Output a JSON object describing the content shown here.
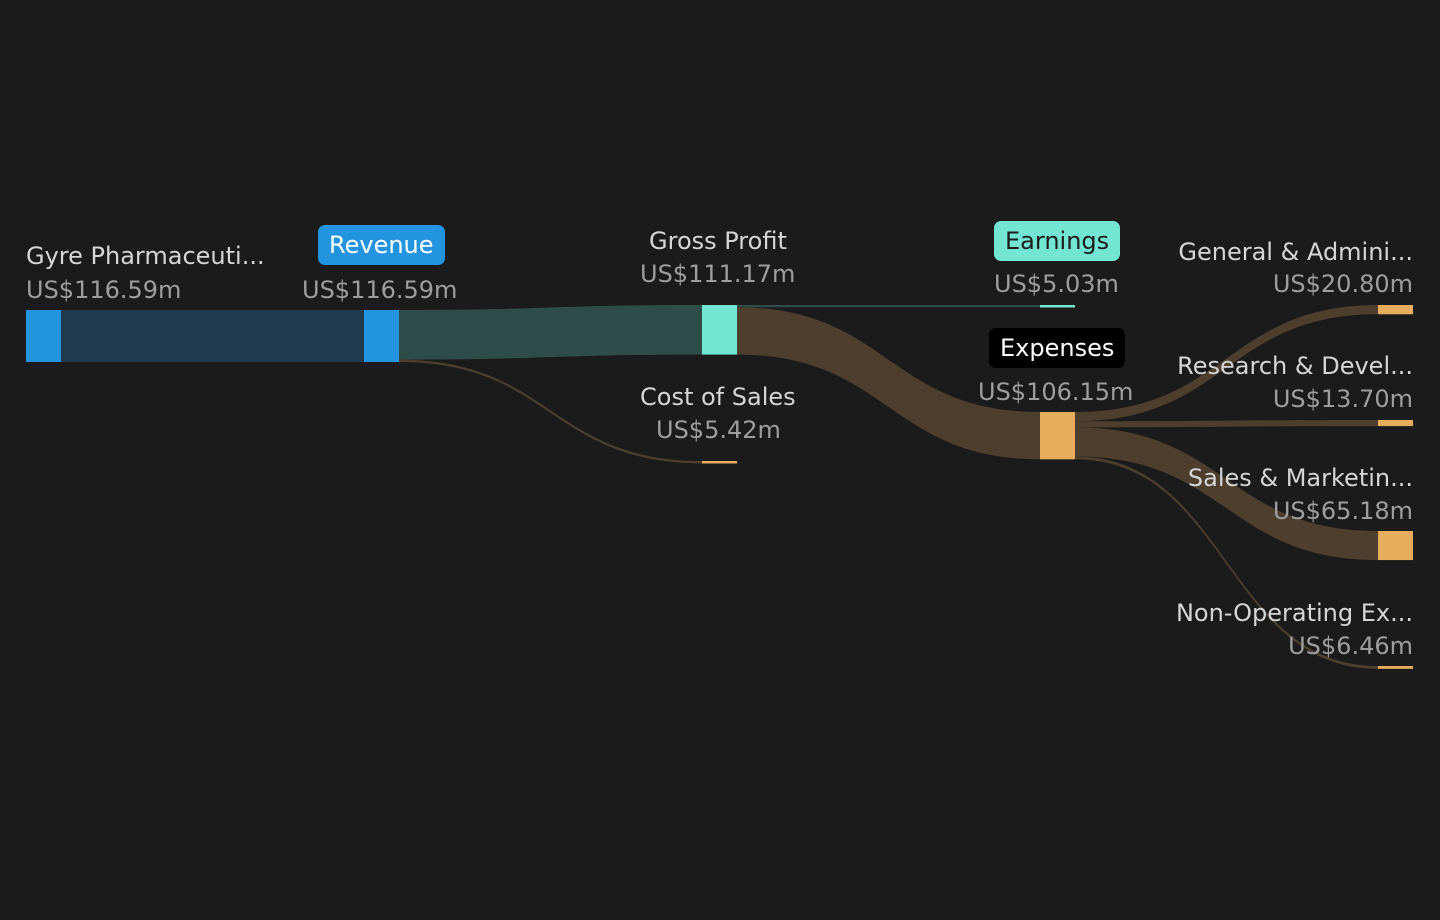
{
  "chart_data": {
    "type": "sankey",
    "currency_unit": "US$ m",
    "nodes": [
      {
        "id": "source",
        "name": "Gyre Pharmaceuti...",
        "value_label": "US$116.59m",
        "value": 116.59
      },
      {
        "id": "revenue",
        "name": "Revenue",
        "value_label": "US$116.59m",
        "value": 116.59,
        "badge": true
      },
      {
        "id": "gross",
        "name": "Gross Profit",
        "value_label": "US$111.17m",
        "value": 111.17
      },
      {
        "id": "cos",
        "name": "Cost of Sales",
        "value_label": "US$5.42m",
        "value": 5.42
      },
      {
        "id": "earn",
        "name": "Earnings",
        "value_label": "US$5.03m",
        "value": 5.03,
        "badge": true
      },
      {
        "id": "exp",
        "name": "Expenses",
        "value_label": "US$106.15m",
        "value": 106.15,
        "badge": true
      },
      {
        "id": "ga",
        "name": "General & Admini...",
        "value_label": "US$20.80m",
        "value": 20.8
      },
      {
        "id": "rd",
        "name": "Research & Devel...",
        "value_label": "US$13.70m",
        "value": 13.7
      },
      {
        "id": "sm",
        "name": "Sales & Marketin...",
        "value_label": "US$65.18m",
        "value": 65.18
      },
      {
        "id": "noe",
        "name": "Non-Operating Ex...",
        "value_label": "US$6.46m",
        "value": 6.46
      }
    ],
    "links": [
      {
        "source": "source",
        "target": "revenue",
        "value": 116.59
      },
      {
        "source": "revenue",
        "target": "gross",
        "value": 111.17
      },
      {
        "source": "revenue",
        "target": "cos",
        "value": 5.42
      },
      {
        "source": "gross",
        "target": "earn",
        "value": 5.03
      },
      {
        "source": "gross",
        "target": "exp",
        "value": 106.15
      },
      {
        "source": "exp",
        "target": "ga",
        "value": 20.8
      },
      {
        "source": "exp",
        "target": "rd",
        "value": 13.7
      },
      {
        "source": "exp",
        "target": "sm",
        "value": 65.18
      },
      {
        "source": "exp",
        "target": "noe",
        "value": 6.46
      }
    ],
    "colors": {
      "background": "#1b1b1b",
      "revenue_node": "#2394e0",
      "revenue_flow": "#1f3a4e",
      "profit_node": "#73e6d3",
      "profit_flow": "#2f4d48",
      "expense_node": "#e5ad5c",
      "expense_flow": "#4d3e2d"
    }
  }
}
